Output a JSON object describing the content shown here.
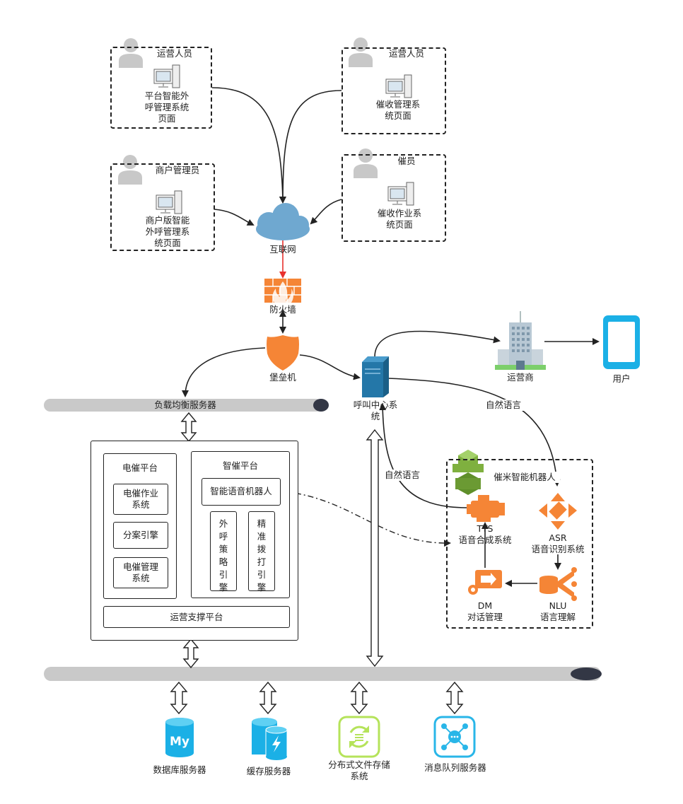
{
  "users": {
    "ops1": {
      "role": "运营人员",
      "page": "平台智能外\n呼管理系统\n页面"
    },
    "ops2": {
      "role": "运营人员",
      "page": "催收管理系\n统页面"
    },
    "merchant": {
      "role": "商户管理员",
      "page": "商户版智能\n外呼管理系\n统页面"
    },
    "collector": {
      "role": "催员",
      "page": "催收作业系\n统页面"
    }
  },
  "network": {
    "internet": "互联网",
    "firewall": "防火墙",
    "bastion": "堡垒机",
    "load_balancer": "负载均衡服务器",
    "call_center": "呼叫中心系\n统",
    "carrier": "运营商",
    "end_user": "用户"
  },
  "edges": {
    "natural_language_1": "自然语言",
    "natural_language_2": "自然语言"
  },
  "platform": {
    "dianchui": {
      "title": "电催平台",
      "items": [
        "电催作业\n系统",
        "分案引擎",
        "电催管理\n系统"
      ]
    },
    "zhichui": {
      "title": "智催平台",
      "robot": "智能语音机器人",
      "engines": [
        "外\n呼\n策\n略\n引\n擎",
        "精\n准\n拨\n打\n引\n擎"
      ]
    },
    "ops_support": "运营支撑平台"
  },
  "robot_group": {
    "title": "催米智能机器人",
    "tts": "TTS\n语音合成系统",
    "asr": "ASR\n语音识别系统",
    "dm": "DM\n对话管理",
    "nlu": "NLU\n语言理解"
  },
  "storage": {
    "db": "数据库服务器",
    "cache": "缓存服务器",
    "dfs": "分布式文件存储\n系统",
    "mq": "消息队列服务器",
    "db_logo": "My"
  },
  "colors": {
    "orange": "#f58536",
    "blue_dark": "#2477a8",
    "cyan": "#29b6e8",
    "green_light": "#b5e35a",
    "cloud": "#6fa8d0",
    "gray": "#c9c9c9",
    "red_link": "#e8302d"
  }
}
